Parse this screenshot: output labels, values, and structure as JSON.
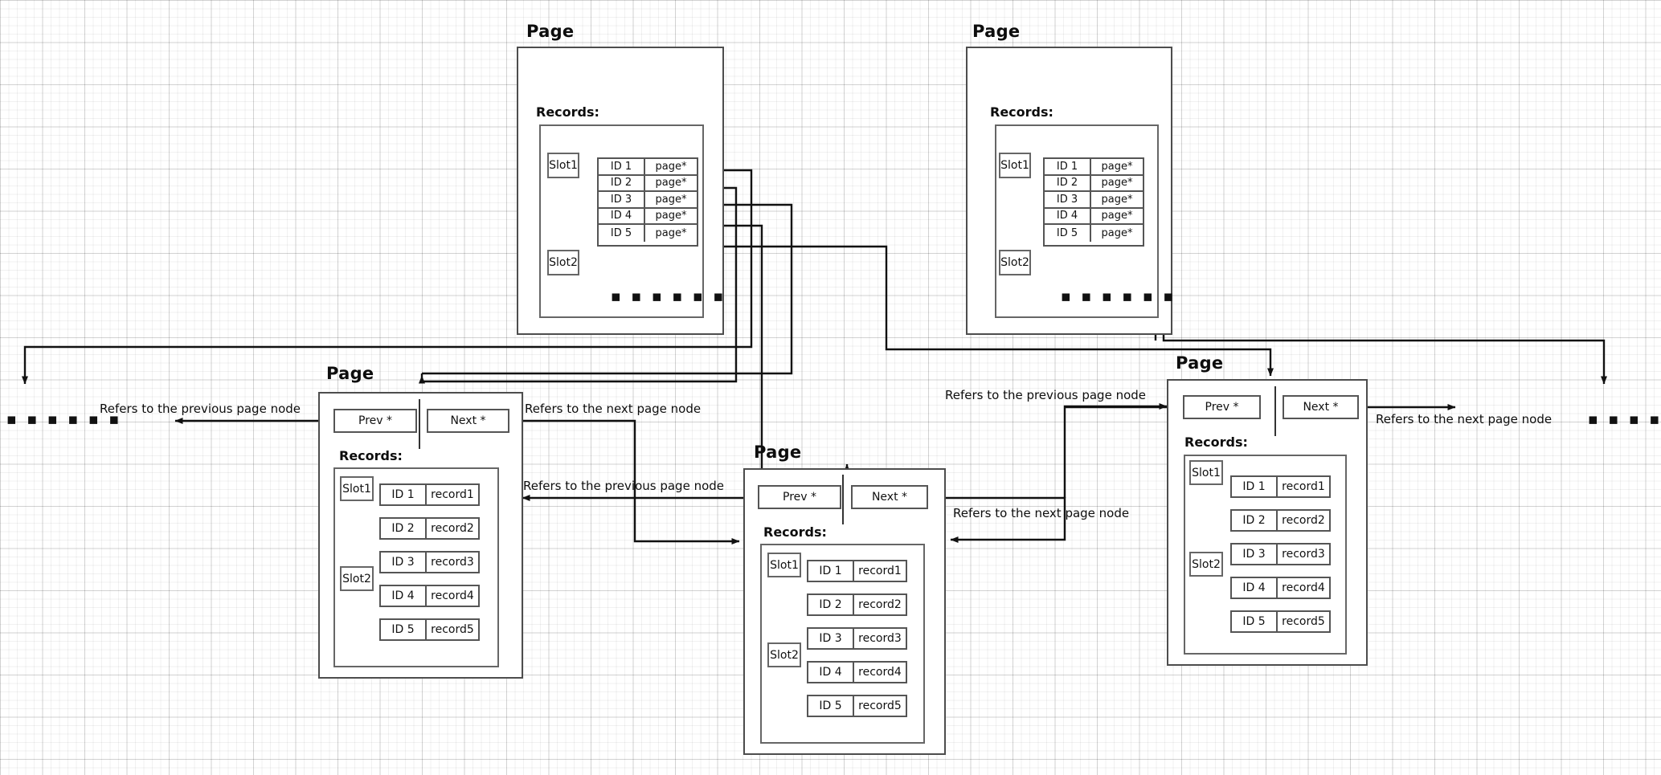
{
  "diagram": {
    "title_label": "Page",
    "records_label": "Records:",
    "ellipsis": "▪ ▪ ▪ ▪ ▪ ▪",
    "slot_labels": [
      "Slot1",
      "Slot2"
    ],
    "prev_label": "Prev *",
    "next_label": "Next *",
    "id_labels": [
      "ID 1",
      "ID 2",
      "ID 3",
      "ID 4",
      "ID 5"
    ],
    "page_ptr_values": [
      "page*",
      "page*",
      "page*",
      "page*",
      "page*"
    ],
    "record_values": [
      "record1",
      "record2",
      "record3",
      "record4",
      "record5"
    ],
    "edge_prev_label": "Refers to the previous page node",
    "edge_next_label": "Refers to the next page node",
    "colors": {
      "stroke": "#222222",
      "box_border": "#555555",
      "page_border": "#4d4d4d",
      "background": "#ffffff",
      "grid_minor": "#f0f0f0",
      "grid_major": "#e0e0e0"
    }
  },
  "index_pages": [
    {
      "id": "index-page-left",
      "title": "Page",
      "records_label": "Records:",
      "slots": [
        "Slot1",
        "Slot2"
      ],
      "rows": [
        {
          "id": "ID 1",
          "value": "page*"
        },
        {
          "id": "ID 2",
          "value": "page*"
        },
        {
          "id": "ID 3",
          "value": "page*"
        },
        {
          "id": "ID 4",
          "value": "page*"
        },
        {
          "id": "ID 5",
          "value": "page*"
        }
      ],
      "ellipsis": "▪ ▪ ▪ ▪ ▪ ▪"
    },
    {
      "id": "index-page-right",
      "title": "Page",
      "records_label": "Records:",
      "slots": [
        "Slot1",
        "Slot2"
      ],
      "rows": [
        {
          "id": "ID 1",
          "value": "page*"
        },
        {
          "id": "ID 2",
          "value": "page*"
        },
        {
          "id": "ID 3",
          "value": "page*"
        },
        {
          "id": "ID 4",
          "value": "page*"
        },
        {
          "id": "ID 5",
          "value": "page*"
        }
      ],
      "ellipsis": "▪ ▪ ▪ ▪ ▪ ▪"
    }
  ],
  "leaf_pages": [
    {
      "id": "leaf-page-left",
      "title": "Page",
      "prev": "Prev *",
      "next": "Next *",
      "records_label": "Records:",
      "slots": [
        "Slot1",
        "Slot2"
      ],
      "rows": [
        {
          "id": "ID 1",
          "value": "record1"
        },
        {
          "id": "ID 2",
          "value": "record2"
        },
        {
          "id": "ID 3",
          "value": "record3"
        },
        {
          "id": "ID 4",
          "value": "record4"
        },
        {
          "id": "ID 5",
          "value": "record5"
        }
      ]
    },
    {
      "id": "leaf-page-middle",
      "title": "Page",
      "prev": "Prev *",
      "next": "Next *",
      "records_label": "Records:",
      "slots": [
        "Slot1",
        "Slot2"
      ],
      "rows": [
        {
          "id": "ID 1",
          "value": "record1"
        },
        {
          "id": "ID 2",
          "value": "record2"
        },
        {
          "id": "ID 3",
          "value": "record3"
        },
        {
          "id": "ID 4",
          "value": "record4"
        },
        {
          "id": "ID 5",
          "value": "record5"
        }
      ]
    },
    {
      "id": "leaf-page-right",
      "title": "Page",
      "prev": "Prev *",
      "next": "Next *",
      "records_label": "Records:",
      "slots": [
        "Slot1",
        "Slot2"
      ],
      "rows": [
        {
          "id": "ID 1",
          "value": "record1"
        },
        {
          "id": "ID 2",
          "value": "record2"
        },
        {
          "id": "ID 3",
          "value": "record3"
        },
        {
          "id": "ID 4",
          "value": "record4"
        },
        {
          "id": "ID 5",
          "value": "record5"
        }
      ]
    }
  ],
  "edge_labels": [
    {
      "id": "edge-label-far-left-prev",
      "text": "Refers to the previous page node"
    },
    {
      "id": "edge-label-left-next",
      "text": "Refers to the next page node"
    },
    {
      "id": "edge-label-middle-prev",
      "text": "Refers to the previous page node"
    },
    {
      "id": "edge-label-middle-next",
      "text": "Refers to the next page node"
    },
    {
      "id": "edge-label-right-prev",
      "text": "Refers to the previous page node"
    },
    {
      "id": "edge-label-far-right-next",
      "text": "Refers to the next page node"
    }
  ],
  "ellipses": [
    {
      "id": "ellipsis-far-left",
      "text": "▪ ▪ ▪ ▪ ▪ ▪"
    },
    {
      "id": "ellipsis-far-right",
      "text": "▪ ▪ ▪ ▪ ▪ ▪"
    }
  ]
}
